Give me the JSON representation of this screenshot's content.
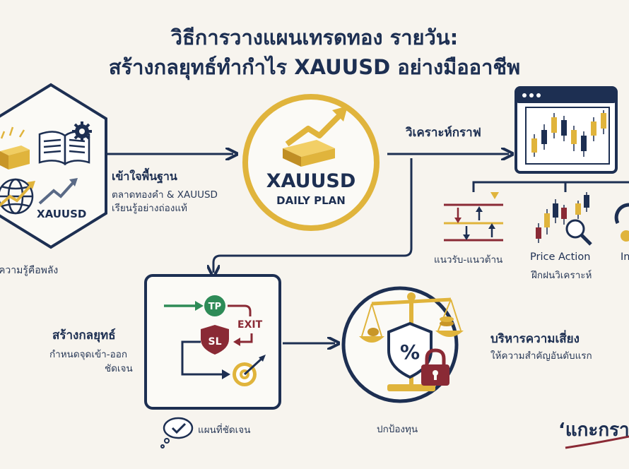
{
  "header": {
    "title_line1": "วิธีการวางแผนเทรดทอง รายวัน:",
    "title_line2": "สร้างกลยุทธ์ทำกำไร XAUUSD อย่างมืออาชีพ"
  },
  "knowledge": {
    "badge_text": "XAUUSD",
    "caption": "ความรู้คือพลัง",
    "heading": "เข้าใจพื้นฐาน",
    "line1": "ตลาดทองคำ & XAUUSD",
    "line2": "เรียนรู้อย่างถ่องแท้"
  },
  "center": {
    "symbol": "XAUUSD",
    "plan": "DAILY PLAN"
  },
  "chart_analysis": {
    "heading": "วิเคราะห์กราฟ",
    "support_resistance": "แนวรับ-แนวต้าน",
    "price_action": "Price Action",
    "price_action_sub": "ฝึกฝนวิเคราะห์",
    "indicator_partial": "In"
  },
  "strategy": {
    "heading": "สร้างกลยุทธ์",
    "line1": "กำหนดจุดเข้า-ออก",
    "line2": "ชัดเจน",
    "tp": "TP",
    "sl": "SL",
    "exit": "EXIT",
    "caption": "แผนที่ชัดเจน"
  },
  "risk": {
    "heading": "บริหารความเสี่ยง",
    "line1": "ให้ความสำคัญอันดับแรก",
    "percent": "%",
    "caption": "ปกป้องทุน"
  },
  "footer": {
    "quote_partial": "‘แกะกรา"
  },
  "colors": {
    "navy": "#1d2f52",
    "gold": "#e0b43c",
    "green": "#2e8b57",
    "maroon": "#8a2a35"
  }
}
